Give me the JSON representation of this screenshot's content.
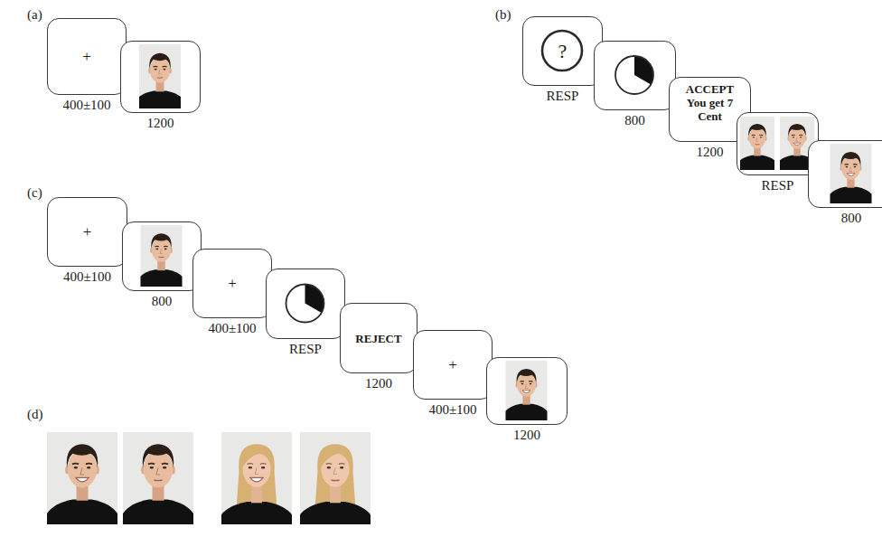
{
  "diagram": {
    "nodes": [
      {
        "text": [
          "+",
          "400±100"
        ]
      },
      {
        "text": [
          "1200"
        ]
      },
      {
        "text": [
          "?",
          "RESP"
        ]
      },
      {
        "text": [
          "800"
        ]
      },
      {
        "text": [
          "ACCEPT",
          "You get 7 Cent",
          "1200"
        ]
      },
      {
        "text": [
          "RESP"
        ]
      },
      {
        "text": [
          "800"
        ]
      },
      {
        "text": [
          "+",
          "400±100"
        ]
      },
      {
        "text": [
          "800"
        ]
      },
      {
        "text": [
          "+",
          "400±100"
        ]
      },
      {
        "text": [
          "RESP"
        ]
      },
      {
        "text": [
          "REJECT",
          "1200"
        ]
      },
      {
        "text": [
          "+",
          "400±100"
        ]
      },
      {
        "text": [
          "1200"
        ]
      }
    ],
    "labels": [
      "(a)",
      "(b)",
      "(c)",
      "(d)"
    ]
  }
}
